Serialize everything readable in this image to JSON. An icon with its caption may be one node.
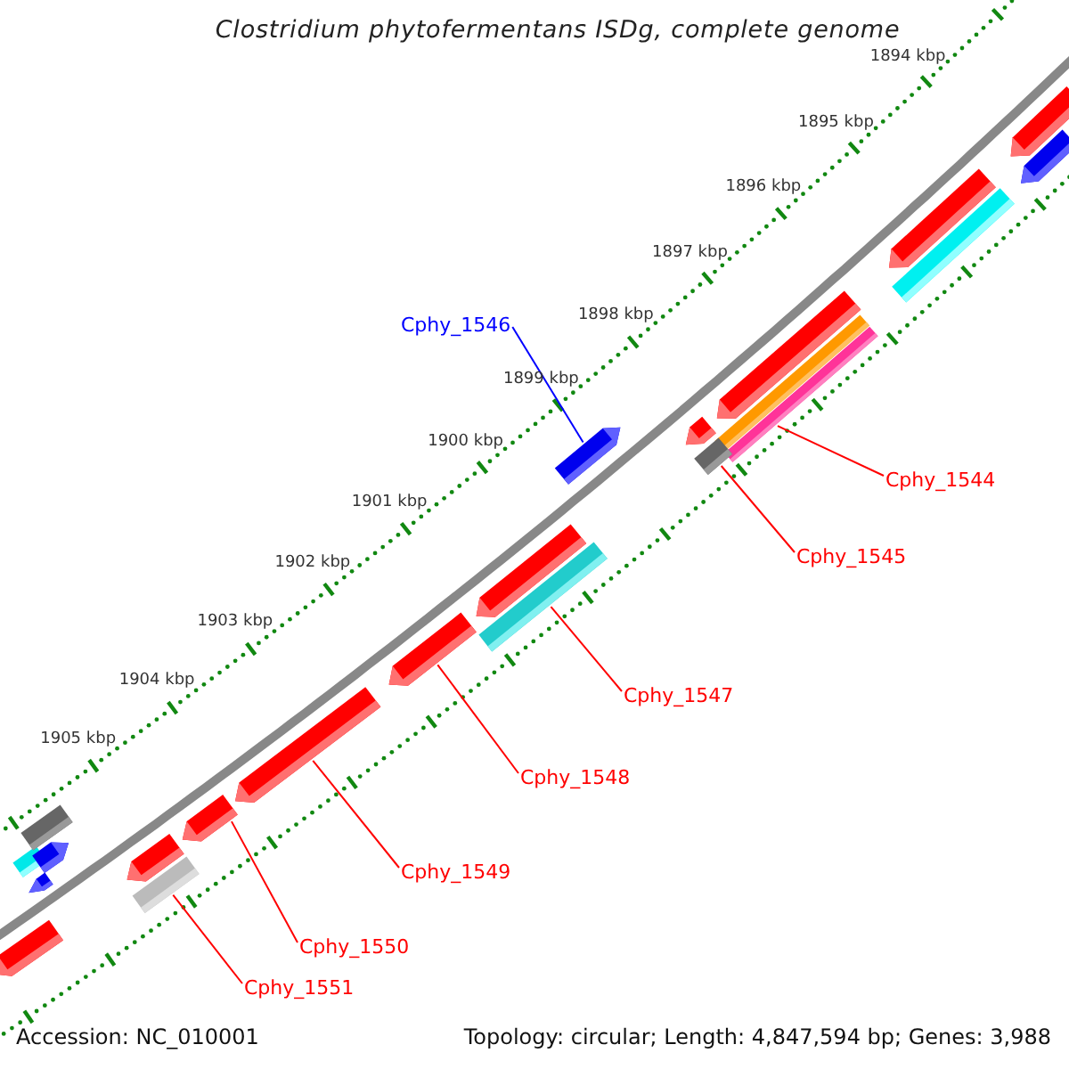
{
  "diagram": {
    "title": "Clostridium phytofermentans ISDg, complete genome",
    "nodes": [
      {
        "text": [
          "Cphy_1546"
        ]
      },
      {
        "text": [
          "Cphy_1544"
        ]
      },
      {
        "text": [
          "Cphy_1545"
        ]
      },
      {
        "text": [
          "Cphy_1547"
        ]
      },
      {
        "text": [
          "Cphy_1548"
        ]
      },
      {
        "text": [
          "Cphy_1549"
        ]
      },
      {
        "text": [
          "Cphy_1550"
        ]
      },
      {
        "text": [
          "Cphy_1551"
        ]
      },
      {
        "text": [],
        "shape": "arrow"
      },
      {
        "text": [],
        "shape": "box"
      },
      {
        "text": [],
        "shape": "box"
      },
      {
        "text": [],
        "shape": "box"
      },
      {
        "text": [],
        "shape": "arrow"
      },
      {
        "text": [],
        "shape": "arrow"
      },
      {
        "text": [],
        "shape": "arrow"
      },
      {
        "text": [],
        "shape": "box"
      }
    ],
    "edges": [
      {
        "from": 0,
        "to": 8,
        "arrow": "none",
        "color": "#0000ff"
      },
      {
        "from": 1,
        "to": 9,
        "arrow": "none"
      },
      {
        "from": 2,
        "to": 10,
        "arrow": "none"
      },
      {
        "from": 3,
        "to": 11,
        "arrow": "none"
      },
      {
        "from": 4,
        "to": 12,
        "arrow": "none"
      },
      {
        "from": 5,
        "to": 13,
        "arrow": "none"
      },
      {
        "from": 6,
        "to": 14,
        "arrow": "none"
      },
      {
        "from": 7,
        "to": 15,
        "arrow": "none"
      }
    ],
    "labels": [
      "1894 kbp",
      "1895 kbp",
      "1896 kbp",
      "1897 kbp",
      "1898 kbp",
      "1899 kbp",
      "1900 kbp",
      "1901 kbp",
      "1902 kbp",
      "1903 kbp",
      "1904 kbp",
      "1905 kbp",
      "Accession: NC_010001",
      "Topology: circular; Length: 4,847,594 bp; Genes: 3,988"
    ]
  }
}
